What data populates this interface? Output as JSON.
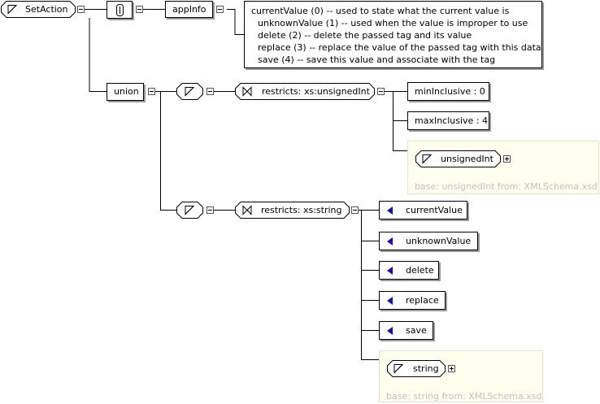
{
  "root": {
    "label": "SetAction"
  },
  "annotation": {
    "label": "appInfo",
    "lines": [
      "currentValue (0) -- used to state what the current value is",
      "unknownValue (1) -- used when the value is improper to use",
      "delete (2) -- delete the passed tag and its value",
      "replace (3) -- replace the value of the passed tag with this data",
      "save (4) -- save this value and associate with the tag"
    ]
  },
  "union": {
    "label": "union"
  },
  "restriction_int": {
    "label": "restricts: xs:unsignedInt",
    "facets": [
      "minInclusive : 0",
      "maxInclusive : 4"
    ],
    "base_type": "unsignedInt",
    "base_note": "base: unsignedInt from: XMLSchema.xsd"
  },
  "restriction_string": {
    "label": "restricts: xs:string",
    "enumerations": [
      "currentValue",
      "unknownValue",
      "delete",
      "replace",
      "save"
    ],
    "base_type": "string",
    "base_note": "base: string from: XMLSchema.xsd"
  }
}
